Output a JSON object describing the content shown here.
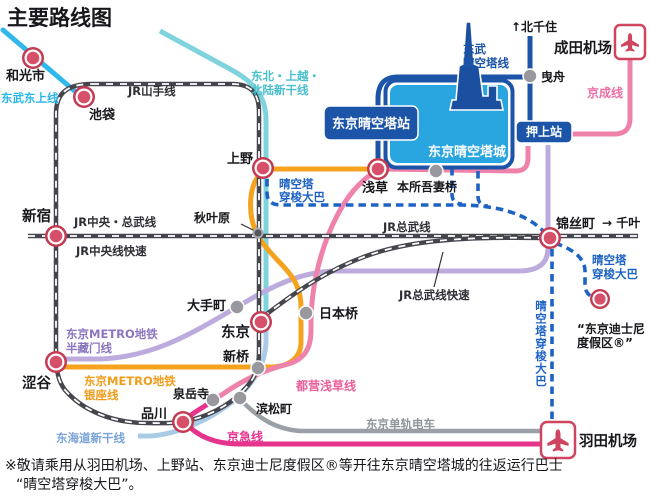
{
  "title": "主要路线图",
  "colors": {
    "jr": "#45454d",
    "tobu_tojo": "#2fb8e9",
    "shinkansen_ne": "#7fd3dd",
    "tokaido": "#a9cbe8",
    "tobu_skytree": "#1c55a8",
    "keisei": "#ee82ab",
    "asakusa_line": "#ee82ab",
    "keikyu": "#e6348e",
    "ginza": "#f5a31f",
    "hanzomon": "#bcabdc",
    "monorail": "#9aa0a6",
    "shuttle_bus": "#1e63c4",
    "station_red": "#cf4560",
    "skytree_block": "#29a5df"
  },
  "stations": {
    "wakoshi": "和光市",
    "ikebukuro": "池袋",
    "shinjuku": "新宿",
    "shibuya": "涩谷",
    "shinagawa": "品川",
    "ueno": "上野",
    "tokyo": "东京",
    "asakusa": "浅草",
    "kinshicho": "锦丝町",
    "akihabara": "秋叶原",
    "otemachi": "大手町",
    "nihombashi": "日本桥",
    "shimbashi": "新桥",
    "sengakuji": "泉岳寺",
    "hamamatsucho": "滨松町",
    "hikifune": "曳舟",
    "honjo_azumabashi": "本所吾妻桥",
    "oshiage": "押上站",
    "skytree_station": "东京晴空塔站",
    "skytree_town": "东京晴空塔城",
    "narita_airport": "成田机场",
    "haneda_airport": "羽田机场",
    "disney_1": "“东京迪士尼",
    "disney_2": "度假区®”",
    "kita_senju": "↑北千住",
    "to_chiba": "→ 千叶"
  },
  "lines": {
    "tobu_tojo": "东武东上线",
    "jr_yamanote": "JR山手线",
    "shinkansen_ne_1": "东北・上越・",
    "shinkansen_ne_2": "北陆新干线",
    "tobu_skytree_1": "东武",
    "tobu_skytree_2": "晴空塔线",
    "keisei": "京成线",
    "jr_chuo_sobu": "JR中央・总武线",
    "jr_chuo_rapid": "JR中央线快速",
    "jr_sobu": "JR总武线",
    "jr_sobu_rapid": "JR总武线快速",
    "metro_hanzomon_1": "东京METRO地铁",
    "metro_hanzomon_2": "半藏门线",
    "metro_ginza_1": "东京METRO地铁",
    "metro_ginza_2": "银座线",
    "toei_asakusa": "都营浅草线",
    "keikyu": "京急线",
    "tokaido_shinkansen": "东海道新干线",
    "tokyo_monorail": "东京单轨电车",
    "shuttle_ueno_1": "晴空塔",
    "shuttle_ueno_2": "穿梭大巴",
    "shuttle_disney_1": "晴空塔",
    "shuttle_disney_2": "穿梭大巴",
    "shuttle_vertical": "晴空塔穿梭大巴"
  },
  "note": {
    "line1": "※敬请乘用从羽田机场、上野站、东京迪士尼度假区®等开往东京晴空塔城的往返运行巴士",
    "line2": "“晴空塔穿梭大巴”。"
  }
}
